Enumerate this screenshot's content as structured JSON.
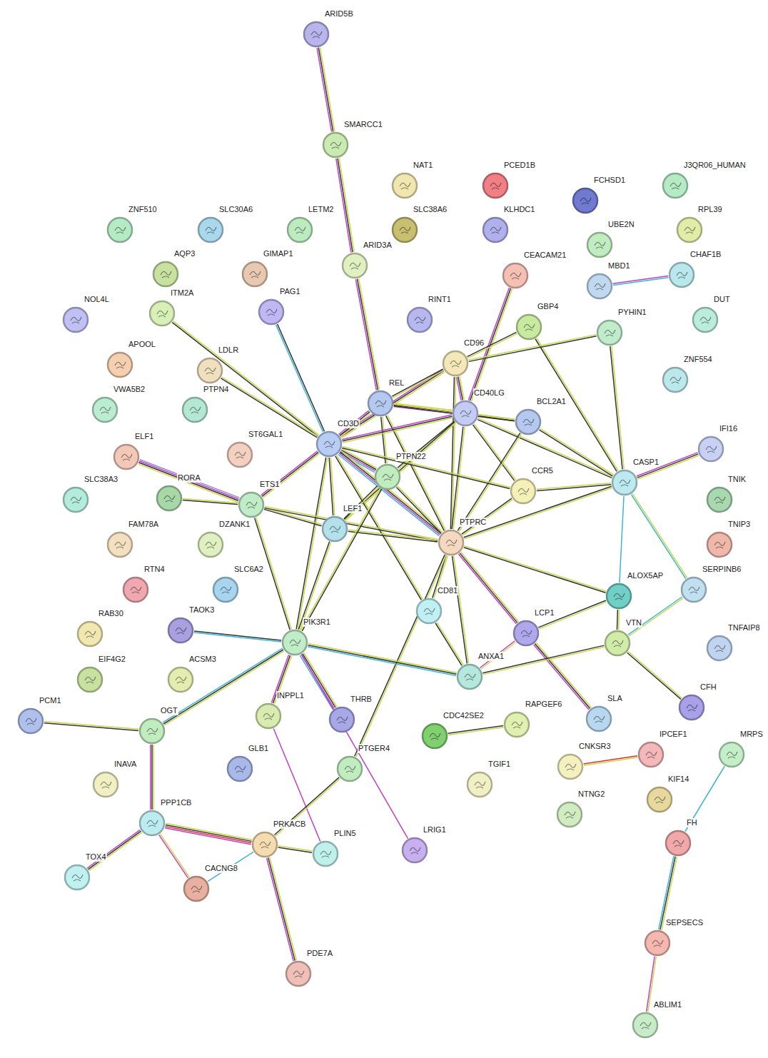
{
  "diagram": {
    "nodes": [
      {
        "text": [
          "ARID5B"
        ]
      },
      {
        "text": [
          "SMARCC1"
        ]
      },
      {
        "text": [
          "NAT1"
        ]
      },
      {
        "text": [
          "PCED1B"
        ]
      },
      {
        "text": [
          "FCHSD1"
        ]
      },
      {
        "text": [
          "J3QR06_HUMAN"
        ]
      },
      {
        "text": [
          "ZNF510"
        ]
      },
      {
        "text": [
          "SLC30A6"
        ]
      },
      {
        "text": [
          "LETM2"
        ]
      },
      {
        "text": [
          "SLC38A6"
        ]
      },
      {
        "text": [
          "KLHDC1"
        ]
      },
      {
        "text": [
          "RPL39"
        ]
      },
      {
        "text": [
          "UBE2N"
        ]
      },
      {
        "text": [
          "ARID3A"
        ]
      },
      {
        "text": [
          "AQP3"
        ]
      },
      {
        "text": [
          "GIMAP1"
        ]
      },
      {
        "text": [
          "CEACAM21"
        ]
      },
      {
        "text": [
          "CHAF1B"
        ]
      },
      {
        "text": [
          "MBD1"
        ]
      },
      {
        "text": [
          "NOL4L"
        ]
      },
      {
        "text": [
          "ITM2A"
        ]
      },
      {
        "text": [
          "PAG1"
        ]
      },
      {
        "text": [
          "RINT1"
        ]
      },
      {
        "text": [
          "GBP4"
        ]
      },
      {
        "text": [
          "PYHIN1"
        ]
      },
      {
        "text": [
          "DUT"
        ]
      },
      {
        "text": [
          "APOOL"
        ]
      },
      {
        "text": [
          "LDLR"
        ]
      },
      {
        "text": [
          "CD96"
        ]
      },
      {
        "text": [
          "ZNF554"
        ]
      },
      {
        "text": [
          "VWA5B2"
        ]
      },
      {
        "text": [
          "PTPN4"
        ]
      },
      {
        "text": [
          "REL"
        ]
      },
      {
        "text": [
          "CD40LG"
        ]
      },
      {
        "text": [
          "BCL2A1"
        ]
      },
      {
        "text": [
          "IFI16"
        ]
      },
      {
        "text": [
          "CD3D"
        ]
      },
      {
        "text": [
          "ST6GAL1"
        ]
      },
      {
        "text": [
          "ELF1"
        ]
      },
      {
        "text": [
          "PTPN22"
        ]
      },
      {
        "text": [
          "CCR5"
        ]
      },
      {
        "text": [
          "CASP1"
        ]
      },
      {
        "text": [
          "SLC38A3"
        ]
      },
      {
        "text": [
          "RORA"
        ]
      },
      {
        "text": [
          "ETS1"
        ]
      },
      {
        "text": [
          "LEF1"
        ]
      },
      {
        "text": [
          "PTPRC"
        ]
      },
      {
        "text": [
          "TNIK"
        ]
      },
      {
        "text": [
          "FAM78A"
        ]
      },
      {
        "text": [
          "DZANK1"
        ]
      },
      {
        "text": [
          "TNIP3"
        ]
      },
      {
        "text": [
          "ALOX5AP"
        ]
      },
      {
        "text": [
          "SERPINB6"
        ]
      },
      {
        "text": [
          "RTN4"
        ]
      },
      {
        "text": [
          "SLC6A2"
        ]
      },
      {
        "text": [
          "CD81"
        ]
      },
      {
        "text": [
          "RAB30"
        ]
      },
      {
        "text": [
          "TAOK3"
        ]
      },
      {
        "text": [
          "PIK3R1"
        ]
      },
      {
        "text": [
          "LCP1"
        ]
      },
      {
        "text": [
          "VTN"
        ]
      },
      {
        "text": [
          "TNFAIP8"
        ]
      },
      {
        "text": [
          "EIF4G2"
        ]
      },
      {
        "text": [
          "ACSM3"
        ]
      },
      {
        "text": [
          "ANXA1"
        ]
      },
      {
        "text": [
          "CFH"
        ]
      },
      {
        "text": [
          "PCM1"
        ]
      },
      {
        "text": [
          "OGT"
        ]
      },
      {
        "text": [
          "INPPL1"
        ]
      },
      {
        "text": [
          "THRB"
        ]
      },
      {
        "text": [
          "SLA"
        ]
      },
      {
        "text": [
          "CDC42SE2"
        ]
      },
      {
        "text": [
          "RAPGEF6"
        ]
      },
      {
        "text": [
          "MRPS"
        ]
      },
      {
        "text": [
          "IPCEF1"
        ]
      },
      {
        "text": [
          "CNKSR3"
        ]
      },
      {
        "text": [
          "GLB1"
        ]
      },
      {
        "text": [
          "INAVA"
        ]
      },
      {
        "text": [
          "PTGER4"
        ]
      },
      {
        "text": [
          "TGIF1"
        ]
      },
      {
        "text": [
          "KIF14"
        ]
      },
      {
        "text": [
          "NTNG2"
        ]
      },
      {
        "text": [
          "PPP1CB"
        ]
      },
      {
        "text": [
          "PRKACB"
        ]
      },
      {
        "text": [
          "PLIN5"
        ]
      },
      {
        "text": [
          "LRIG1"
        ]
      },
      {
        "text": [
          "FH"
        ]
      },
      {
        "text": [
          "TOX4"
        ]
      },
      {
        "text": [
          "CACNG8"
        ]
      },
      {
        "text": [
          "SEPSECS"
        ]
      },
      {
        "text": [
          "PDE7A"
        ]
      },
      {
        "text": [
          "ABLIM1"
        ]
      }
    ],
    "edges": [
      {
        "from": 0,
        "to": 1,
        "arrow": "none"
      },
      {
        "from": 1,
        "to": 13,
        "arrow": "none"
      },
      {
        "from": 13,
        "to": 32,
        "arrow": "none"
      },
      {
        "from": 18,
        "to": 17,
        "arrow": "none"
      },
      {
        "from": 20,
        "to": 36,
        "arrow": "none"
      },
      {
        "from": 21,
        "to": 36,
        "arrow": "none"
      },
      {
        "from": 27,
        "to": 36,
        "arrow": "none"
      },
      {
        "from": 16,
        "to": 33,
        "arrow": "none"
      },
      {
        "from": 23,
        "to": 28,
        "arrow": "none"
      },
      {
        "from": 23,
        "to": 41,
        "arrow": "none"
      },
      {
        "from": 28,
        "to": 24,
        "arrow": "none"
      },
      {
        "from": 24,
        "to": 41,
        "arrow": "none"
      },
      {
        "from": 28,
        "to": 36,
        "arrow": "none"
      },
      {
        "from": 28,
        "to": 32,
        "arrow": "none"
      },
      {
        "from": 28,
        "to": 33,
        "arrow": "none"
      },
      {
        "from": 28,
        "to": 46,
        "arrow": "none"
      },
      {
        "from": 32,
        "to": 36,
        "arrow": "none"
      },
      {
        "from": 32,
        "to": 33,
        "arrow": "none"
      },
      {
        "from": 32,
        "to": 39,
        "arrow": "none"
      },
      {
        "from": 32,
        "to": 46,
        "arrow": "none"
      },
      {
        "from": 32,
        "to": 34,
        "arrow": "none"
      },
      {
        "from": 33,
        "to": 36,
        "arrow": "none"
      },
      {
        "from": 33,
        "to": 34,
        "arrow": "none"
      },
      {
        "from": 33,
        "to": 41,
        "arrow": "none"
      },
      {
        "from": 33,
        "to": 39,
        "arrow": "none"
      },
      {
        "from": 33,
        "to": 46,
        "arrow": "none"
      },
      {
        "from": 33,
        "to": 40,
        "arrow": "none"
      },
      {
        "from": 33,
        "to": 45,
        "arrow": "none"
      },
      {
        "from": 36,
        "to": 55,
        "arrow": "none"
      },
      {
        "from": 34,
        "to": 41,
        "arrow": "none"
      },
      {
        "from": 34,
        "to": 46,
        "arrow": "none"
      },
      {
        "from": 35,
        "to": 41,
        "arrow": "none"
      },
      {
        "from": 36,
        "to": 39,
        "arrow": "none"
      },
      {
        "from": 36,
        "to": 46,
        "arrow": "none"
      },
      {
        "from": 36,
        "to": 40,
        "arrow": "none"
      },
      {
        "from": 36,
        "to": 44,
        "arrow": "none"
      },
      {
        "from": 36,
        "to": 45,
        "arrow": "none"
      },
      {
        "from": 36,
        "to": 58,
        "arrow": "none"
      },
      {
        "from": 39,
        "to": 46,
        "arrow": "none"
      },
      {
        "from": 39,
        "to": 45,
        "arrow": "none"
      },
      {
        "from": 40,
        "to": 46,
        "arrow": "none"
      },
      {
        "from": 40,
        "to": 41,
        "arrow": "none"
      },
      {
        "from": 41,
        "to": 46,
        "arrow": "none"
      },
      {
        "from": 41,
        "to": 51,
        "arrow": "none"
      },
      {
        "from": 41,
        "to": 52,
        "arrow": "none"
      },
      {
        "from": 38,
        "to": 44,
        "arrow": "none"
      },
      {
        "from": 43,
        "to": 44,
        "arrow": "none"
      },
      {
        "from": 44,
        "to": 45,
        "arrow": "none"
      },
      {
        "from": 44,
        "to": 46,
        "arrow": "none"
      },
      {
        "from": 44,
        "to": 58,
        "arrow": "none"
      },
      {
        "from": 45,
        "to": 46,
        "arrow": "none"
      },
      {
        "from": 45,
        "to": 58,
        "arrow": "none"
      },
      {
        "from": 46,
        "to": 51,
        "arrow": "none"
      },
      {
        "from": 46,
        "to": 55,
        "arrow": "none"
      },
      {
        "from": 46,
        "to": 59,
        "arrow": "none"
      },
      {
        "from": 46,
        "to": 78,
        "arrow": "none"
      },
      {
        "from": 46,
        "to": 64,
        "arrow": "none"
      },
      {
        "from": 58,
        "to": 39,
        "arrow": "none"
      },
      {
        "from": 55,
        "to": 64,
        "arrow": "none"
      },
      {
        "from": 51,
        "to": 59,
        "arrow": "none"
      },
      {
        "from": 51,
        "to": 60,
        "arrow": "none"
      },
      {
        "from": 52,
        "to": 60,
        "arrow": "none"
      },
      {
        "from": 59,
        "to": 64,
        "arrow": "none"
      },
      {
        "from": 59,
        "to": 70,
        "arrow": "none"
      },
      {
        "from": 60,
        "to": 64,
        "arrow": "none"
      },
      {
        "from": 60,
        "to": 65,
        "arrow": "none"
      },
      {
        "from": 57,
        "to": 58,
        "arrow": "none"
      },
      {
        "from": 58,
        "to": 64,
        "arrow": "none"
      },
      {
        "from": 58,
        "to": 67,
        "arrow": "none"
      },
      {
        "from": 58,
        "to": 68,
        "arrow": "none"
      },
      {
        "from": 58,
        "to": 69,
        "arrow": "none"
      },
      {
        "from": 58,
        "to": 85,
        "arrow": "none"
      },
      {
        "from": 66,
        "to": 67,
        "arrow": "none"
      },
      {
        "from": 67,
        "to": 82,
        "arrow": "none"
      },
      {
        "from": 68,
        "to": 84,
        "arrow": "none"
      },
      {
        "from": 78,
        "to": 83,
        "arrow": "none"
      },
      {
        "from": 71,
        "to": 72,
        "arrow": "none"
      },
      {
        "from": 75,
        "to": 74,
        "arrow": "none"
      },
      {
        "from": 73,
        "to": 86,
        "arrow": "none"
      },
      {
        "from": 86,
        "to": 89,
        "arrow": "none"
      },
      {
        "from": 89,
        "to": 91,
        "arrow": "none"
      },
      {
        "from": 82,
        "to": 83,
        "arrow": "none"
      },
      {
        "from": 83,
        "to": 84,
        "arrow": "none"
      },
      {
        "from": 82,
        "to": 87,
        "arrow": "none"
      },
      {
        "from": 82,
        "to": 88,
        "arrow": "none"
      },
      {
        "from": 83,
        "to": 88,
        "arrow": "none"
      },
      {
        "from": 83,
        "to": 90,
        "arrow": "none"
      }
    ]
  }
}
